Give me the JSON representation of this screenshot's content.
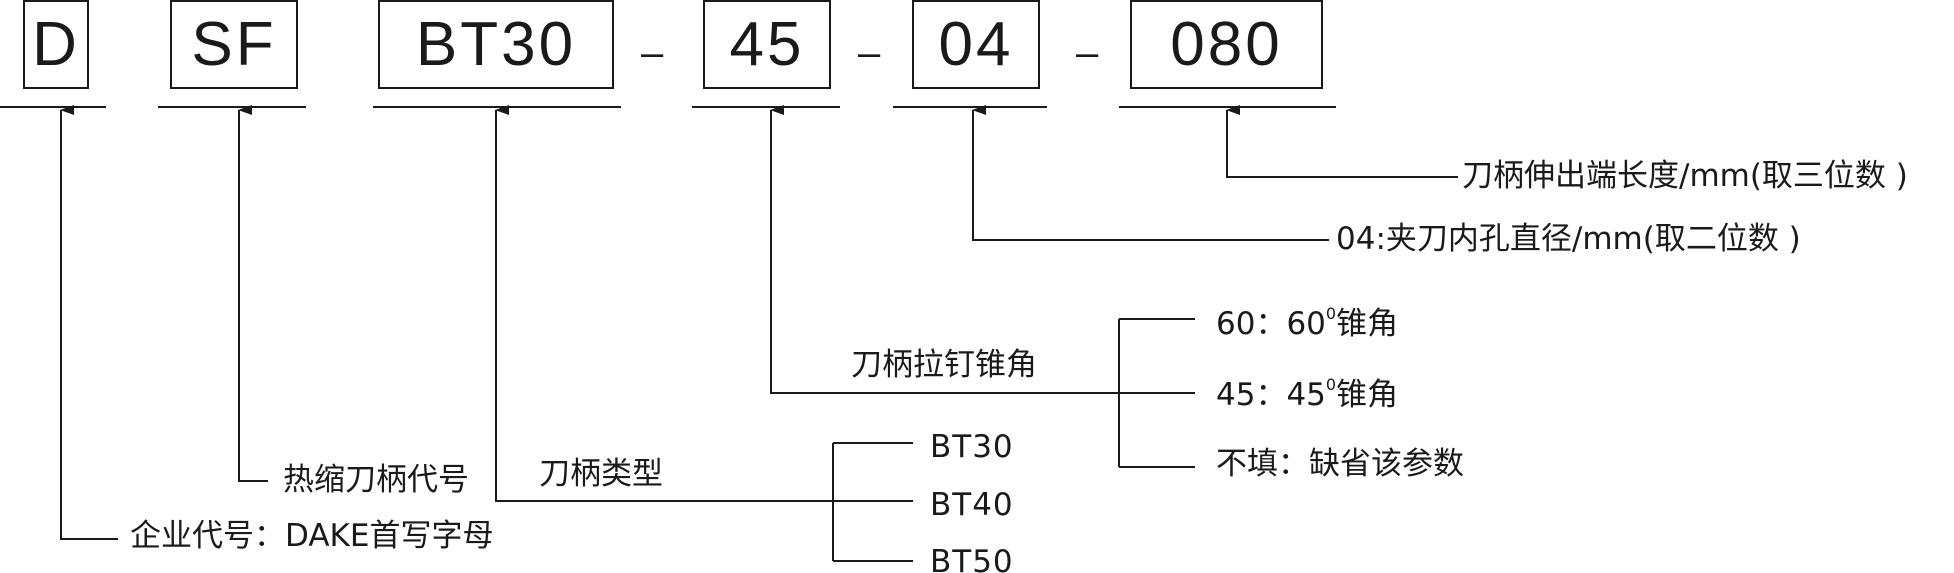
{
  "code_segments": [
    {
      "id": "d",
      "value": "D"
    },
    {
      "id": "sf",
      "value": "SF"
    },
    {
      "id": "bt",
      "value": "BT30"
    },
    {
      "id": "angle",
      "value": "45"
    },
    {
      "id": "dia",
      "value": "04"
    },
    {
      "id": "len",
      "value": "080"
    }
  ],
  "separator": "–",
  "labels": {
    "company": "企业代号：DAKE首写字母",
    "shrink": "热缩刀柄代号",
    "holder_type": "刀柄类型",
    "taper_angle": "刀柄拉钉锥角",
    "bore_diameter": "04:夹刀内孔直径/mm(取二位数 )",
    "extension_length": "刀柄伸出端长度/mm(取三位数 )"
  },
  "holder_type_options": [
    "BT30",
    "BT40",
    "BT50"
  ],
  "taper_options": [
    {
      "prefix": "60：60",
      "sup": "0",
      "suffix": "锥角"
    },
    {
      "prefix": "45：45",
      "sup": "0",
      "suffix": "锥角"
    },
    {
      "prefix": "不填：缺省该参数",
      "sup": "",
      "suffix": ""
    }
  ],
  "colors": {
    "ink": "#1a1a1a",
    "background": "#ffffff"
  }
}
